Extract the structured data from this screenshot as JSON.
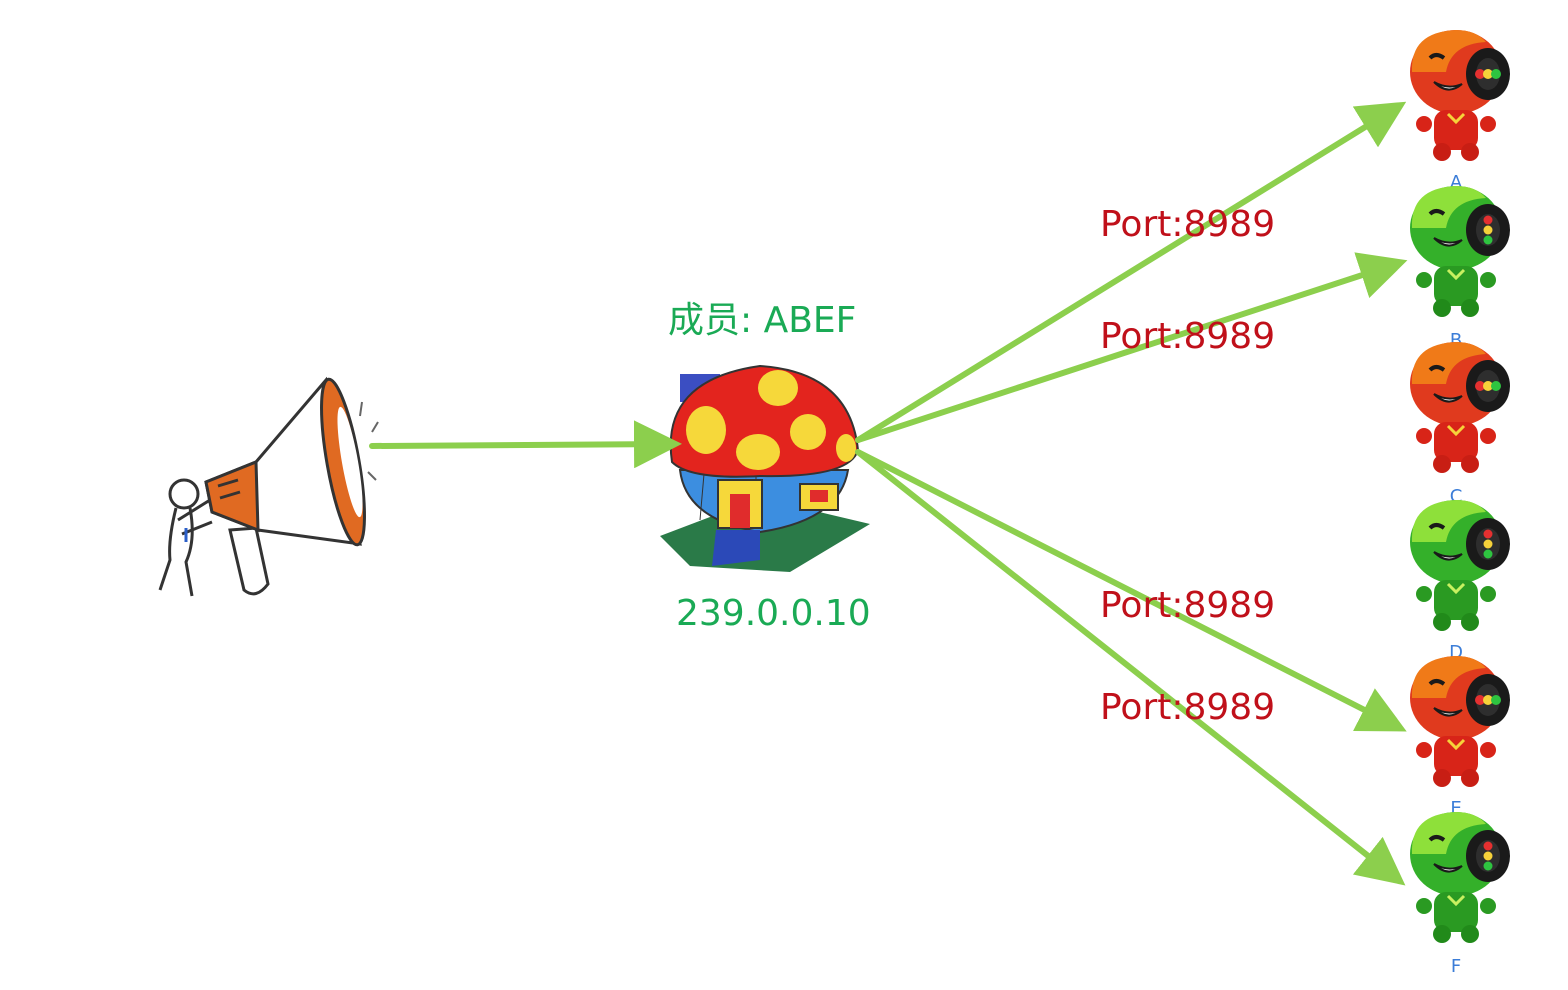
{
  "group": {
    "members_label": "成员: ABEF",
    "ip_label": "239.0.0.10"
  },
  "links": [
    {
      "to": "A",
      "port_label": "Port:8989"
    },
    {
      "to": "B",
      "port_label": "Port:8989"
    },
    {
      "to": "E",
      "port_label": "Port:8989"
    },
    {
      "to": "F",
      "port_label": "Port:8989"
    }
  ],
  "receivers": [
    {
      "label": "A",
      "color": "red"
    },
    {
      "label": "B",
      "color": "green"
    },
    {
      "label": "C",
      "color": "red"
    },
    {
      "label": "D",
      "color": "green"
    },
    {
      "label": "E",
      "color": "red"
    },
    {
      "label": "F",
      "color": "green"
    }
  ],
  "colors": {
    "arrow": "#8ccf4d",
    "group_text": "#1aaa55",
    "port_text": "#c0101a",
    "receiver_text": "#3b7dd8"
  }
}
